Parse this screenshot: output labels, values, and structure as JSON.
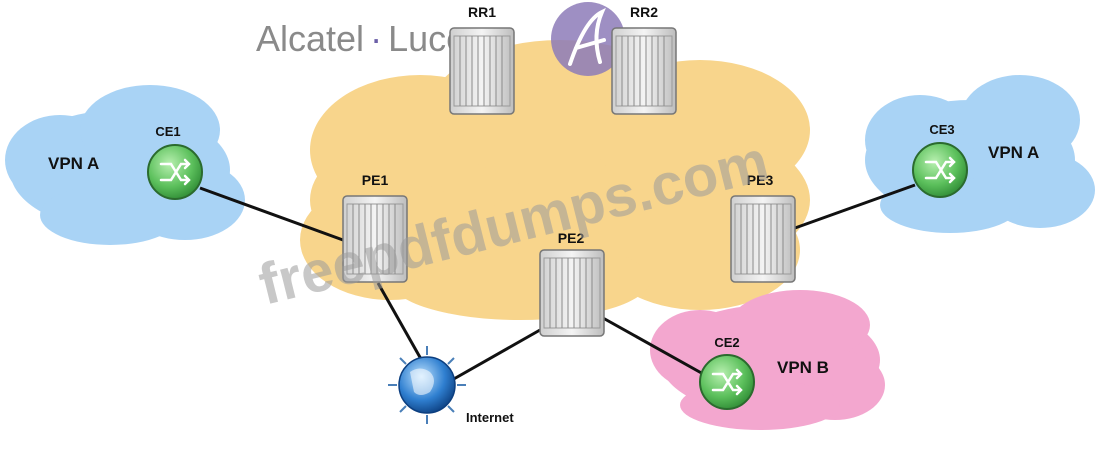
{
  "logo": {
    "text_left": "Alcatel",
    "separator": "·",
    "text_right": "Lucent"
  },
  "watermark": "freepdfdumps.com",
  "colors": {
    "core_cloud": "#f8d58c",
    "vpn_a_cloud": "#a9d3f5",
    "vpn_b_cloud": "#f3a7cf",
    "router_green": "#5cc05c",
    "logo_circle": "#8d7bb8"
  },
  "nodes": {
    "rr1": "RR1",
    "rr2": "RR2",
    "pe1": "PE1",
    "pe2": "PE2",
    "pe3": "PE3",
    "ce1": "CE1",
    "ce2": "CE2",
    "ce3": "CE3",
    "internet": "Internet"
  },
  "vpns": {
    "left": "VPN A",
    "right": "VPN A",
    "bottom": "VPN B"
  },
  "links": [
    [
      "ce1",
      "pe1"
    ],
    [
      "pe1",
      "internet"
    ],
    [
      "internet",
      "pe2"
    ],
    [
      "pe2",
      "ce2"
    ],
    [
      "pe3",
      "ce3"
    ]
  ]
}
